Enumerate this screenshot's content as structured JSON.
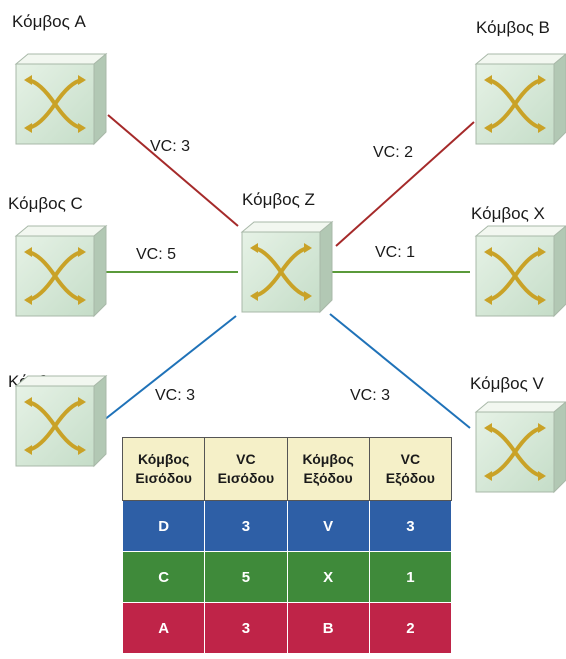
{
  "nodes": {
    "a": {
      "label": "Κόμβος A"
    },
    "b": {
      "label": "Κόμβος B"
    },
    "c": {
      "label": "Κόμβος C"
    },
    "x": {
      "label": "Κόμβος X"
    },
    "z": {
      "label": "Κόμβος Z"
    },
    "d": {
      "label": "Κόμβος D"
    },
    "v": {
      "label": "Κόμβος V"
    }
  },
  "links": {
    "a_z": {
      "label": "VC: 3",
      "color": "#a52a2a"
    },
    "z_b": {
      "label": "VC: 2",
      "color": "#a52a2a"
    },
    "c_z": {
      "label": "VC: 5",
      "color": "#5a9a3a"
    },
    "z_x": {
      "label": "VC: 1",
      "color": "#5a9a3a"
    },
    "d_z": {
      "label": "VC: 3",
      "color": "#1f72b8"
    },
    "z_v": {
      "label": "VC: 3",
      "color": "#1f72b8"
    }
  },
  "table": {
    "headers": [
      [
        "Κόμβος",
        "Εισόδου"
      ],
      [
        "VC",
        "Εισόδου"
      ],
      [
        "Κόμβος",
        "Εξόδου"
      ],
      [
        "VC",
        "Εξόδου"
      ]
    ],
    "rows": [
      [
        "D",
        "3",
        "V",
        "3"
      ],
      [
        "C",
        "5",
        "X",
        "1"
      ],
      [
        "A",
        "3",
        "B",
        "2"
      ]
    ],
    "row_colors": [
      "#2e5fa6",
      "#3f8a3a",
      "#bf2448"
    ],
    "header_color": "#f5f0c8"
  },
  "icon": "switch-icon",
  "box_color": "#c5ddc8"
}
